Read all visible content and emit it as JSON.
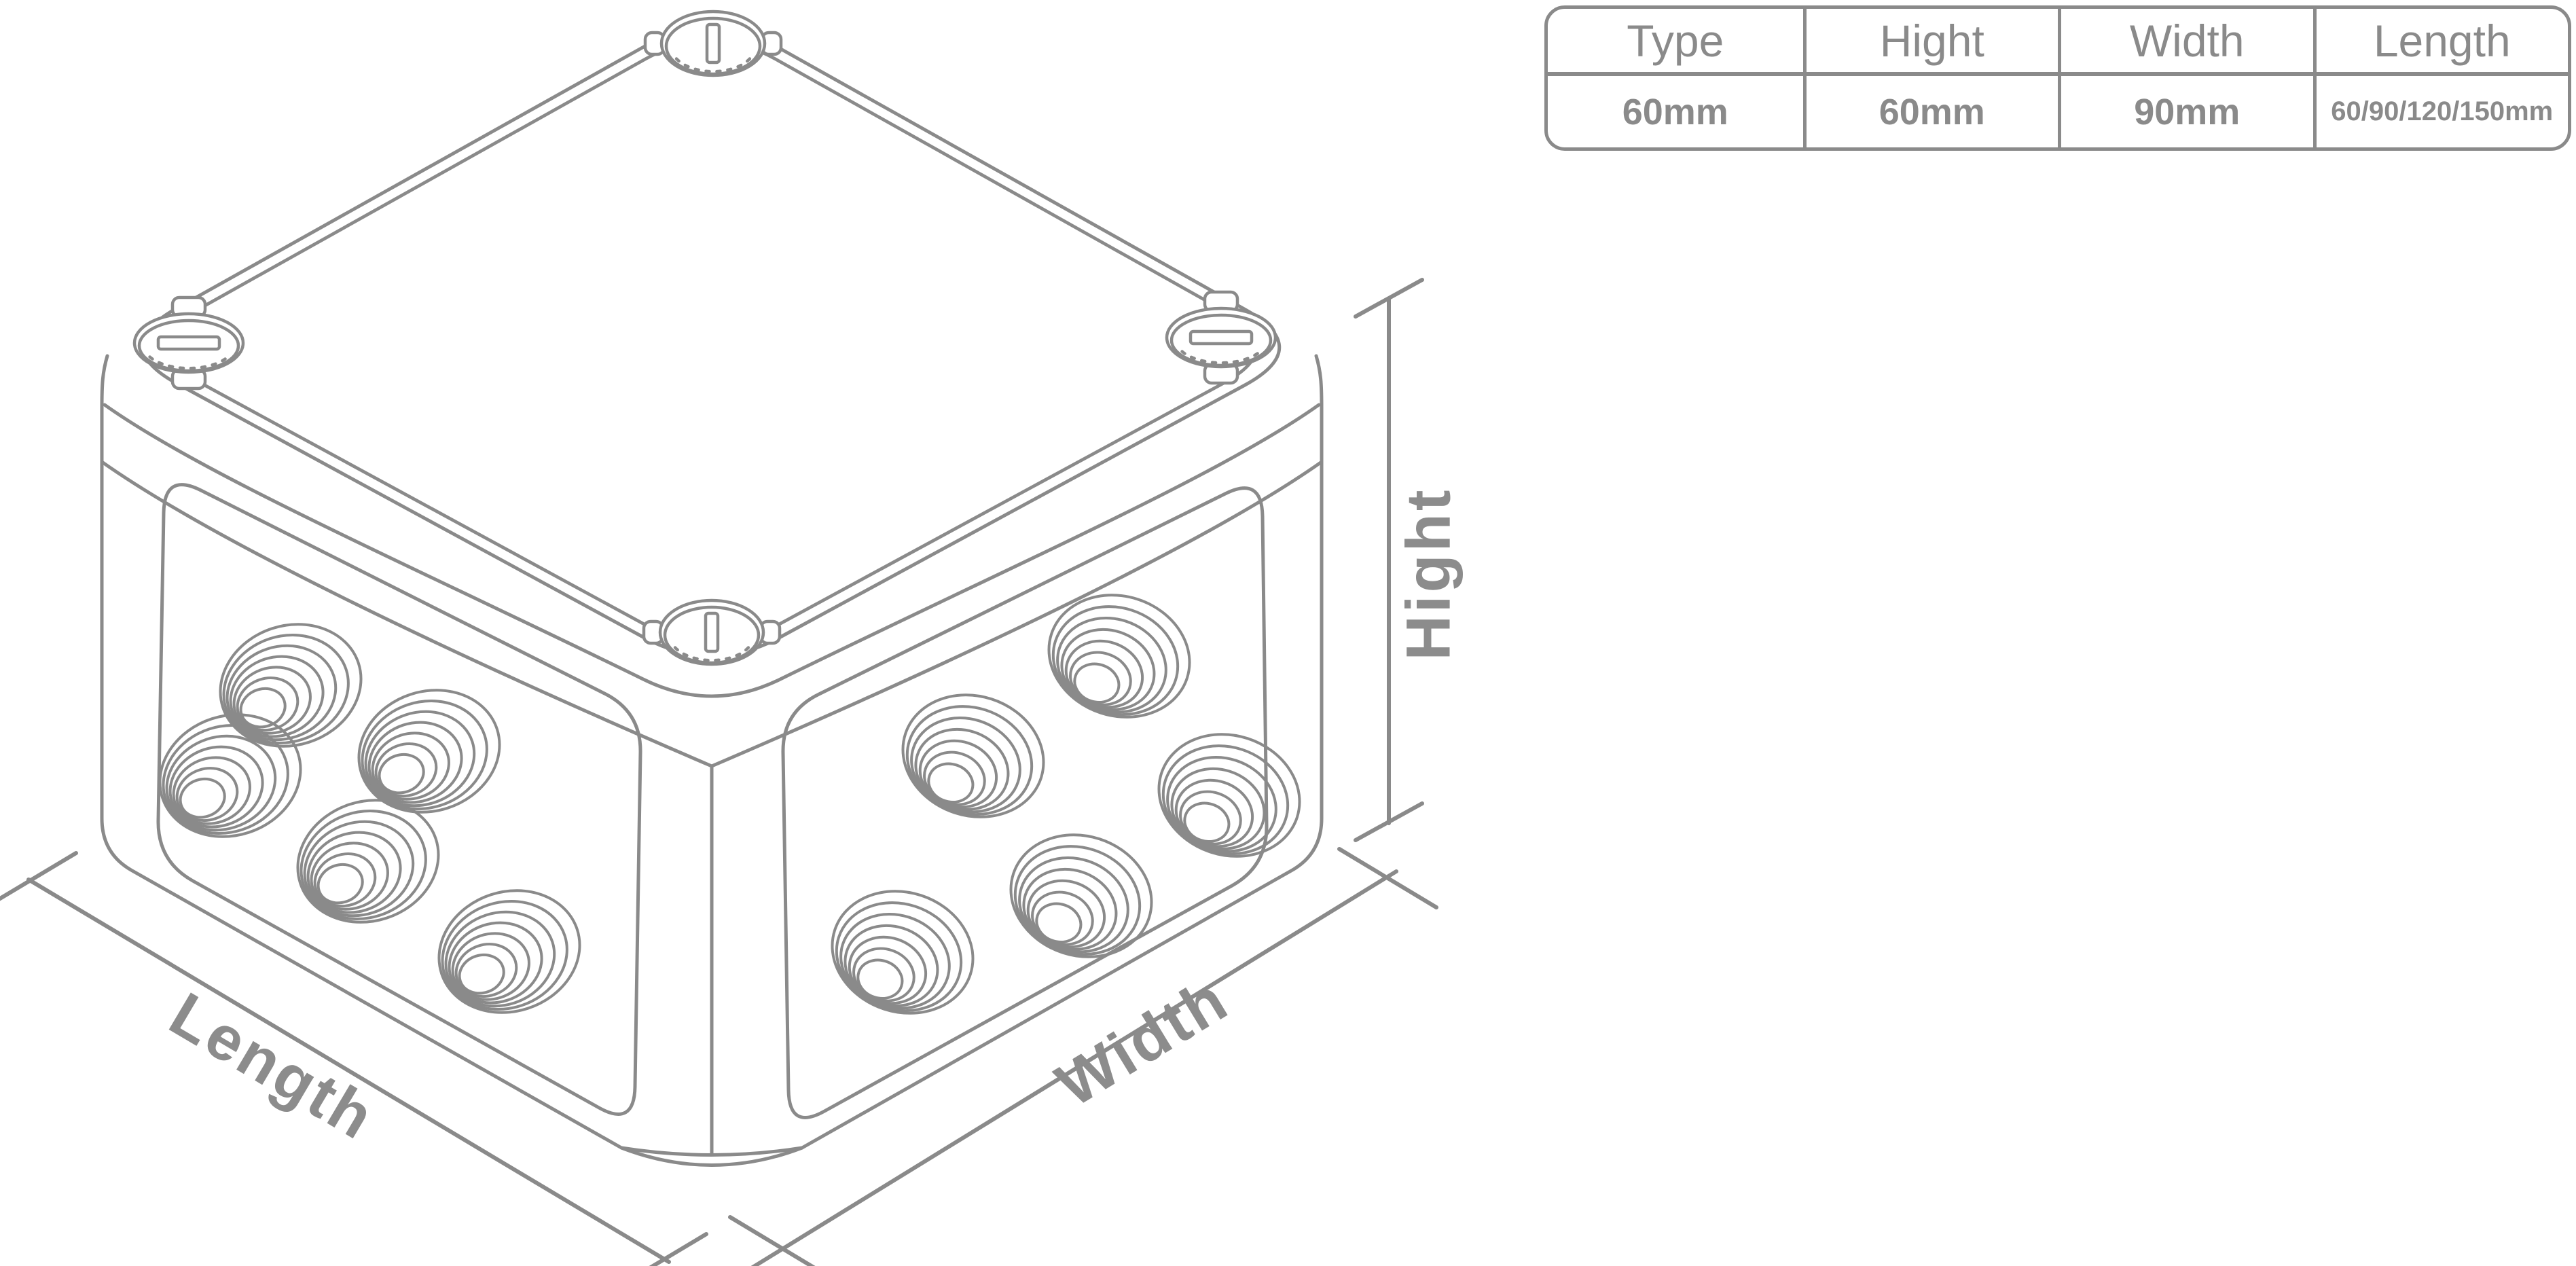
{
  "diagram": {
    "labels": {
      "length": "Length",
      "width": "Width",
      "height": "Hight"
    }
  },
  "table": {
    "headers": [
      "Type",
      "Hight",
      "Width",
      "Length"
    ],
    "values": [
      "60mm",
      "60mm",
      "90mm",
      "60/90/120/150mm"
    ]
  },
  "colors": {
    "line": "#8a8a8a",
    "label_text": "#8c8c8c",
    "background": "#ffffff"
  }
}
